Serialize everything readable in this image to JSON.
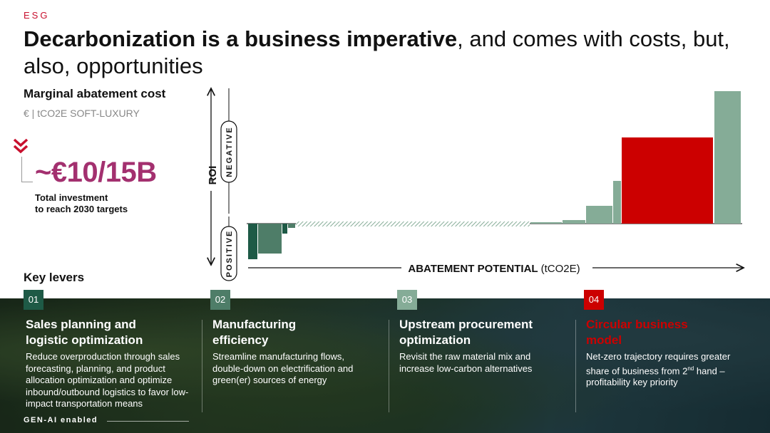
{
  "header": {
    "tag": "ESG",
    "title_bold": "Decarbonization is a business imperative",
    "title_rest": ", and comes with costs, but, also, opportunities"
  },
  "left_panel": {
    "mac_title": "Marginal abatement cost",
    "mac_subtitle": "€ | tCO2E SOFT-LUXURY",
    "investment_value": "~€10/15B",
    "investment_desc_line1": "Total investment",
    "investment_desc_line2": "to reach 2030 targets"
  },
  "chart_data": {
    "type": "bar",
    "y_axis_label": "ROI",
    "y_negative_label": "NEGATIVE",
    "y_positive_label": "POSITIVE",
    "x_axis_label_bold": "ABATEMENT POTENTIAL",
    "x_axis_label_unit": "(tCO2E)",
    "colors": {
      "dark_green": "#1e5a46",
      "mid_green": "#4e7d68",
      "light_green": "#85ac97",
      "red": "#cc0000"
    }
  },
  "key_levers_title": "Key levers",
  "levers": [
    {
      "num": "01",
      "color": "#1e5a46",
      "title_line1": "Sales planning and",
      "title_line2": "logistic optimization",
      "desc": "Reduce overproduction through sales forecasting, planning, and product allocation optimization and optimize inbound/outbound logistics to favor low-impact transportation means"
    },
    {
      "num": "02",
      "color": "#4e7d68",
      "title_line1": "Manufacturing",
      "title_line2": "efficiency",
      "desc": "Streamline manufacturing flows, double-down on electrification and green(er) sources of energy"
    },
    {
      "num": "03",
      "color": "#85ac97",
      "title_line1": "Upstream procurement",
      "title_line2": "optimization",
      "desc": "Revisit the raw material mix and increase low-carbon alternatives"
    },
    {
      "num": "04",
      "color": "#cc0000",
      "title_line1": "Circular business",
      "title_line2": "model",
      "desc_pre": "Net-zero trajectory requires greater share of business from 2",
      "desc_sup": "nd",
      "desc_post": " hand – profitability key priority"
    }
  ],
  "footer_note": "GEN-AI enabled"
}
